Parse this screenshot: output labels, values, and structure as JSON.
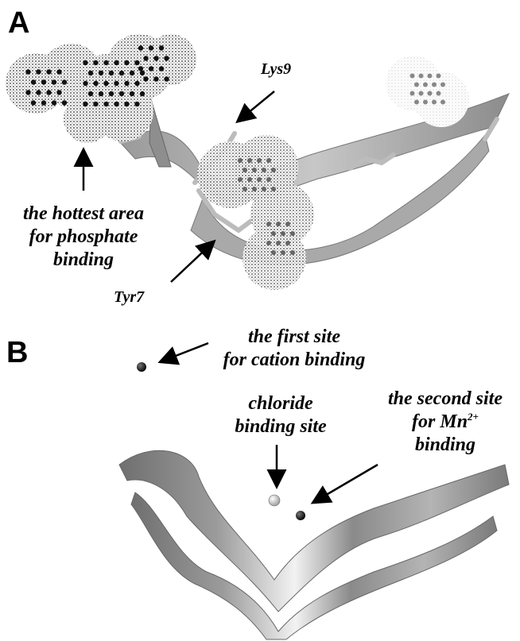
{
  "panels": [
    {
      "letter": "A"
    },
    {
      "letter": "B"
    }
  ],
  "panel_a": {
    "lys9": "Lys9",
    "tyr7": "Tyr7",
    "hottest": [
      "the hottest area",
      "for phosphate",
      "binding"
    ]
  },
  "panel_b": {
    "first_site": [
      "the first site",
      "for cation binding"
    ],
    "chloride": [
      "chloride",
      "binding site"
    ],
    "second_site": [
      "the second site",
      "for Mn",
      "2+",
      "binding"
    ]
  }
}
